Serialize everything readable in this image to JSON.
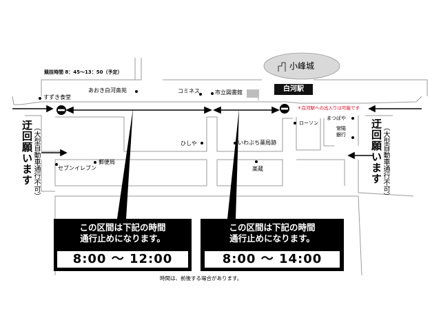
{
  "event_time": "競技時間 8：45～13：50（予定）",
  "castle": "小峰城",
  "station": "白河駅",
  "station_note": "＊白河駅への出入りは可能です",
  "detour_left": {
    "main": "迂回願います",
    "sub": "（大型自動車通行不可）"
  },
  "detour_right": {
    "main": "迂回願います",
    "sub": "（大型自動車通行不可）"
  },
  "places": {
    "suzuki": "すずき食堂",
    "aoki": "あおき白河斎苑",
    "kominesu": "コミネス",
    "library": "市立図書館",
    "lawson": "ローソン",
    "matsubaya": "まつばや",
    "joyo_bank": "常陽銀行",
    "hishiya": "ひしや",
    "iwabuchi": "いわぶち薬局跡",
    "post": "郵便局",
    "seven": "セブンイレブン",
    "rakuzo": "楽蔵"
  },
  "notice_left": {
    "line1": "この区間は下記の時間",
    "line2": "通行止めになります。",
    "time": "8:00 ～ 12:00"
  },
  "notice_right": {
    "line1": "この区間は下記の時間",
    "line2": "通行止めになります。",
    "time": "8:00 ～ 14:00"
  },
  "footnote": "時間は、前後する場合があります。",
  "colors": {
    "note_red": "#e0001a",
    "castle_gray": "#d9d9d9",
    "station_black": "#111111",
    "library_gray": "#bdbdbd"
  }
}
